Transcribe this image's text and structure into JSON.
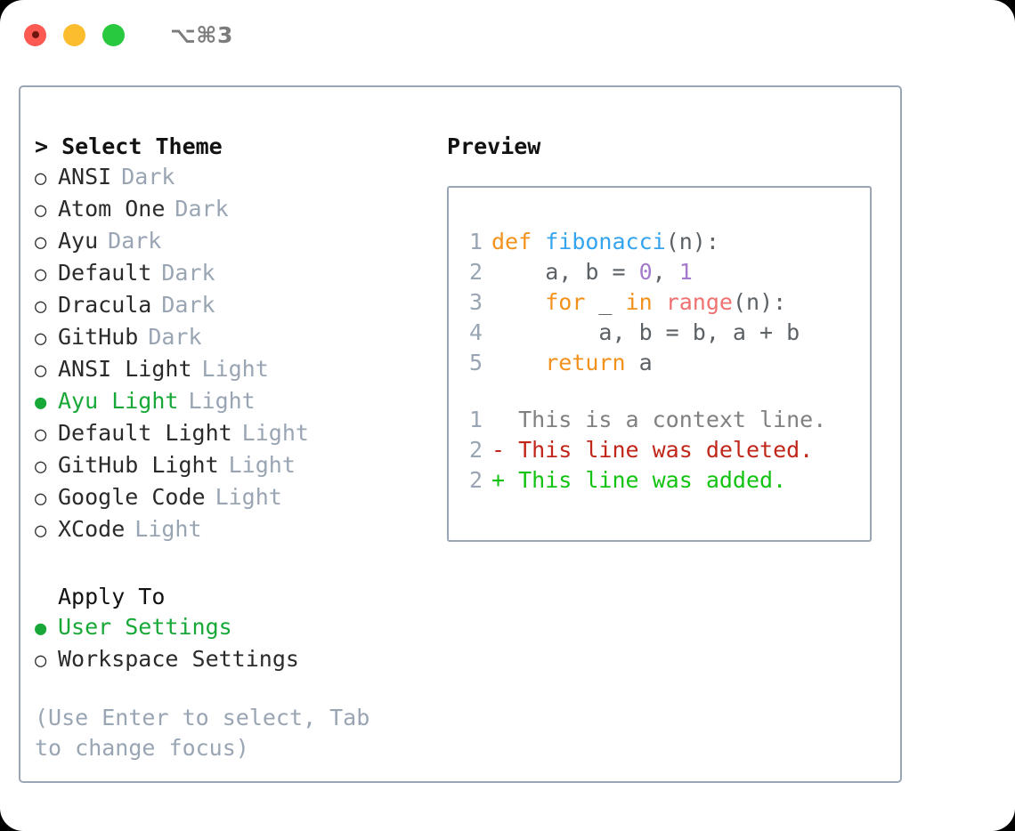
{
  "window": {
    "shortcut": "⌥⌘3",
    "traffic_lights": [
      "close",
      "minimize",
      "maximize"
    ],
    "accent_green": "#17a837",
    "border_color": "#9aa6b6",
    "muted_color": "#9aa5b4"
  },
  "theme_picker": {
    "heading": "> Select Theme",
    "items": [
      {
        "bullet": "○",
        "label": "ANSI",
        "tag": "Dark",
        "selected": false
      },
      {
        "bullet": "○",
        "label": "Atom One",
        "tag": "Dark",
        "selected": false
      },
      {
        "bullet": "○",
        "label": "Ayu",
        "tag": "Dark",
        "selected": false
      },
      {
        "bullet": "○",
        "label": "Default",
        "tag": "Dark",
        "selected": false
      },
      {
        "bullet": "○",
        "label": "Dracula",
        "tag": "Dark",
        "selected": false
      },
      {
        "bullet": "○",
        "label": "GitHub",
        "tag": "Dark",
        "selected": false
      },
      {
        "bullet": "○",
        "label": "ANSI Light",
        "tag": "Light",
        "selected": false
      },
      {
        "bullet": "●",
        "label": "Ayu Light",
        "tag": "Light",
        "selected": true
      },
      {
        "bullet": "○",
        "label": "Default Light",
        "tag": "Light",
        "selected": false
      },
      {
        "bullet": "○",
        "label": "GitHub Light",
        "tag": "Light",
        "selected": false
      },
      {
        "bullet": "○",
        "label": "Google Code",
        "tag": "Light",
        "selected": false
      },
      {
        "bullet": "○",
        "label": "XCode",
        "tag": "Light",
        "selected": false
      }
    ]
  },
  "apply_to": {
    "heading": "Apply To",
    "items": [
      {
        "bullet": "●",
        "label": "User Settings",
        "selected": true
      },
      {
        "bullet": "○",
        "label": "Workspace Settings",
        "selected": false
      }
    ]
  },
  "hint": "(Use Enter to select, Tab to change focus)",
  "preview": {
    "title": "Preview",
    "code_lines": [
      {
        "number": "1",
        "tokens": [
          {
            "text": "def ",
            "cls": "kw"
          },
          {
            "text": "fibonacci",
            "cls": "fn"
          },
          {
            "text": "(n):",
            "cls": "pn"
          }
        ]
      },
      {
        "number": "2",
        "tokens": [
          {
            "text": "    a, b = ",
            "cls": "pn"
          },
          {
            "text": "0",
            "cls": "num"
          },
          {
            "text": ", ",
            "cls": "pn"
          },
          {
            "text": "1",
            "cls": "num"
          }
        ]
      },
      {
        "number": "3",
        "tokens": [
          {
            "text": "    ",
            "cls": "pn"
          },
          {
            "text": "for",
            "cls": "kw"
          },
          {
            "text": " _ ",
            "cls": "pn"
          },
          {
            "text": "in",
            "cls": "kw"
          },
          {
            "text": " ",
            "cls": "pn"
          },
          {
            "text": "range",
            "cls": "bif"
          },
          {
            "text": "(n):",
            "cls": "pn"
          }
        ]
      },
      {
        "number": "4",
        "tokens": [
          {
            "text": "        a, b = b, a + b",
            "cls": "pn"
          }
        ]
      },
      {
        "number": "5",
        "tokens": [
          {
            "text": "    ",
            "cls": "pn"
          },
          {
            "text": "return",
            "cls": "kw"
          },
          {
            "text": " a",
            "cls": "pn"
          }
        ]
      }
    ],
    "diff_lines": [
      {
        "number": "1",
        "marker": " ",
        "text": " This is a context line.",
        "cls": "ctx"
      },
      {
        "number": "2",
        "marker": "-",
        "text": " This line was deleted.",
        "cls": "del"
      },
      {
        "number": "2",
        "marker": "+",
        "text": " This line was added.",
        "cls": "add"
      }
    ]
  }
}
